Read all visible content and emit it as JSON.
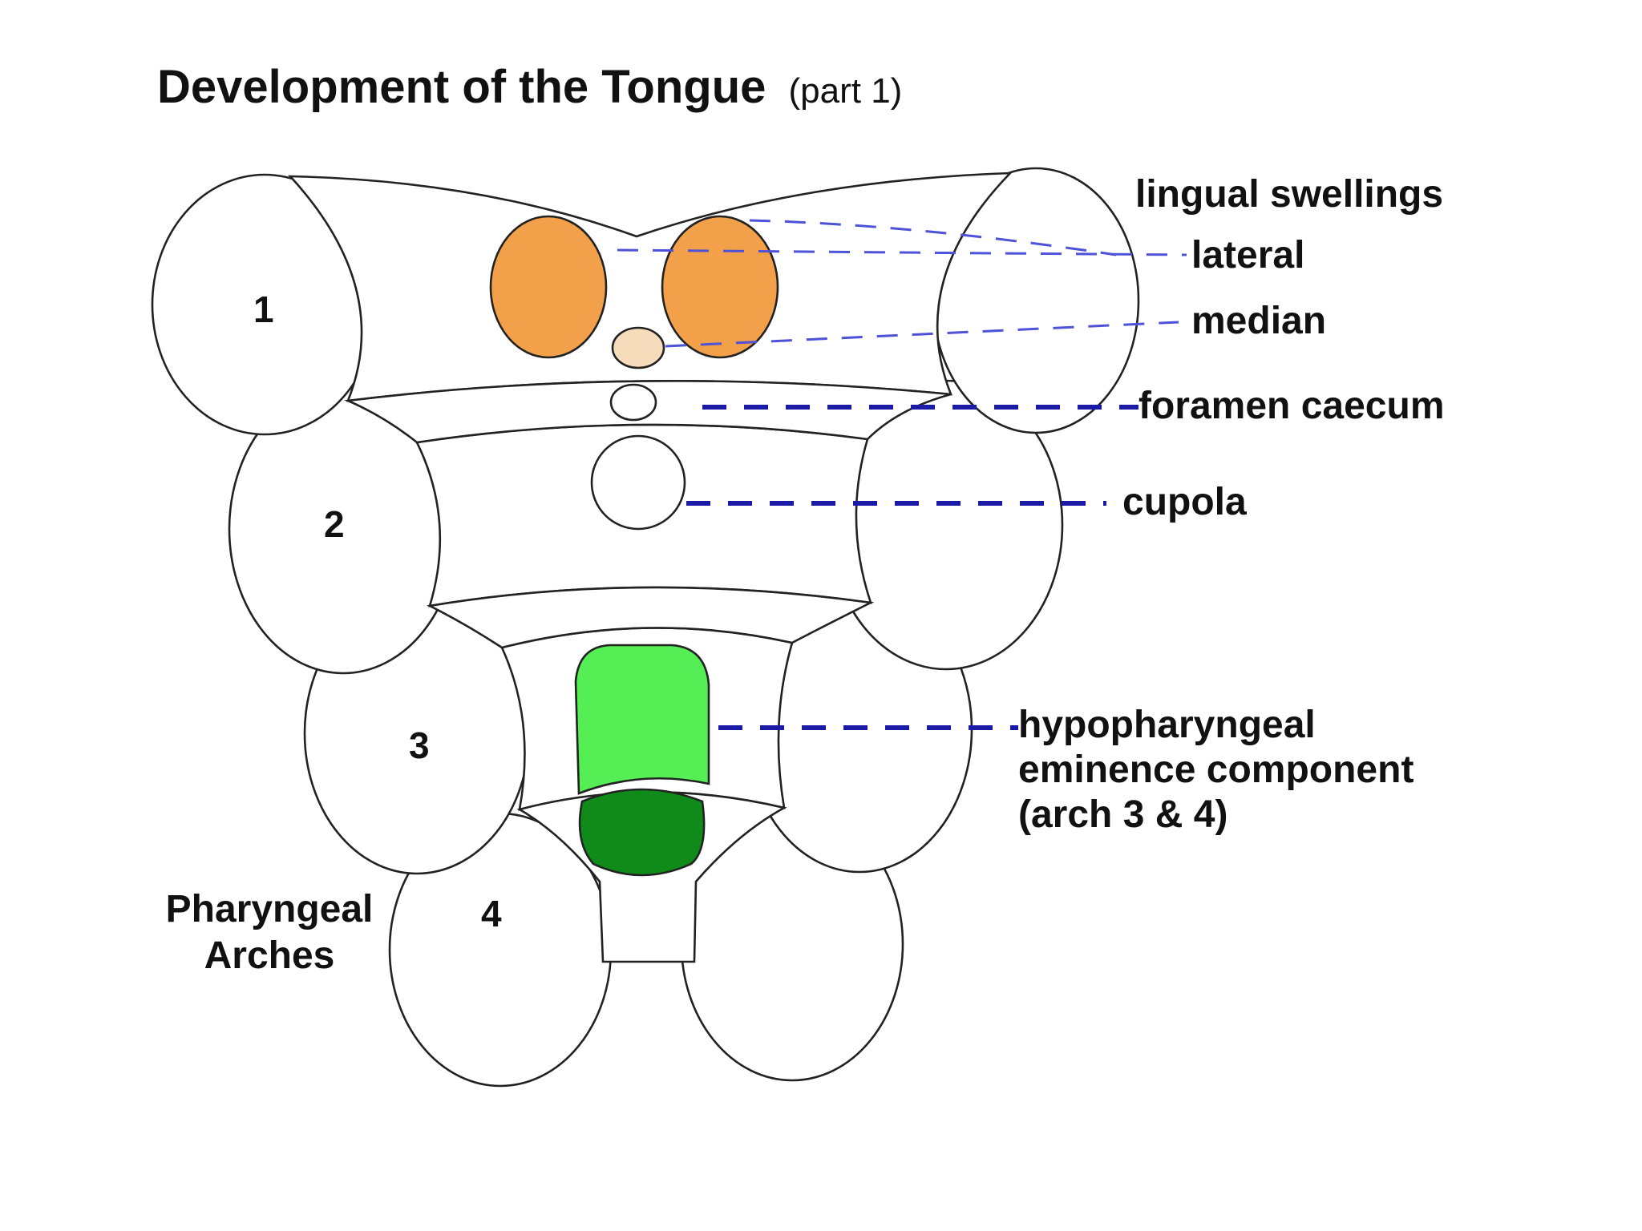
{
  "title": {
    "main": "Development of the Tongue",
    "suffix": "(part 1)"
  },
  "arches": {
    "label_line1": "Pharyngeal",
    "label_line2": "Arches",
    "numbers": [
      "1",
      "2",
      "3",
      "4"
    ]
  },
  "labels": {
    "lingual_swellings": "lingual swellings",
    "lateral": "lateral",
    "median": "median",
    "foramen_caecum": "foramen caecum",
    "cupola": "cupola",
    "hypopharyngeal_line1": "hypopharyngeal",
    "hypopharyngeal_line2": "eminence component",
    "hypopharyngeal_line3": "(arch 3 & 4)"
  },
  "colors": {
    "lateral_swelling": "#f2a14a",
    "median_swelling": "#f7dcbc",
    "hypopharyngeal_upper": "#55ee55",
    "hypopharyngeal_lower": "#108a18",
    "leader_thin": "#4d52d8",
    "leader_thick": "#1a1aa6"
  }
}
